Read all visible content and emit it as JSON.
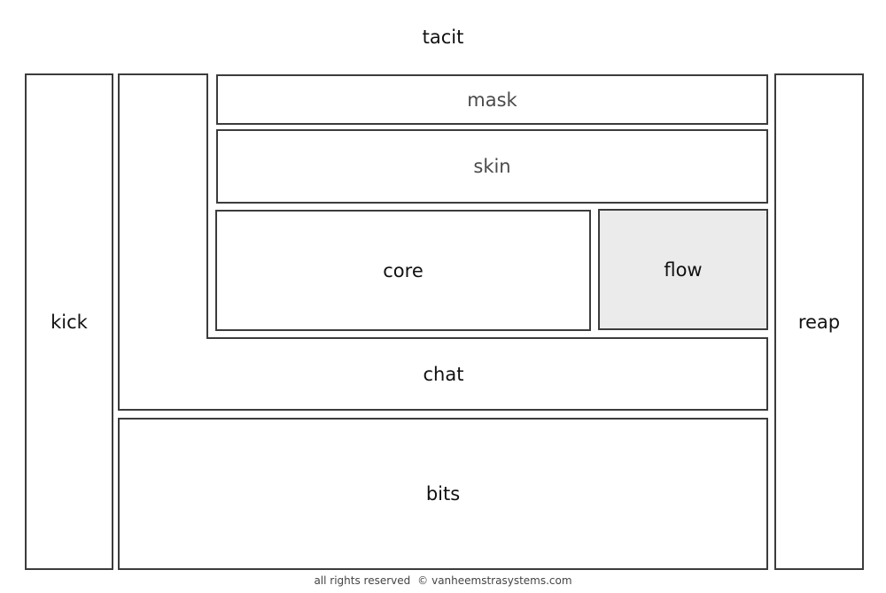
{
  "title": "tacit",
  "blocks": {
    "kick": "kick",
    "mask": "mask",
    "skin": "skin",
    "core": "core",
    "flow": "flow",
    "chat": "chat",
    "bits": "bits",
    "reap": "reap"
  },
  "colors": {
    "border": "#3c3c3c",
    "highlight_fill": "#ebebeb",
    "muted_text": "#4a4a4a"
  },
  "footer": {
    "rights": "all rights reserved",
    "copyright_symbol": "©",
    "site": "vanheemstrasystems.com"
  }
}
